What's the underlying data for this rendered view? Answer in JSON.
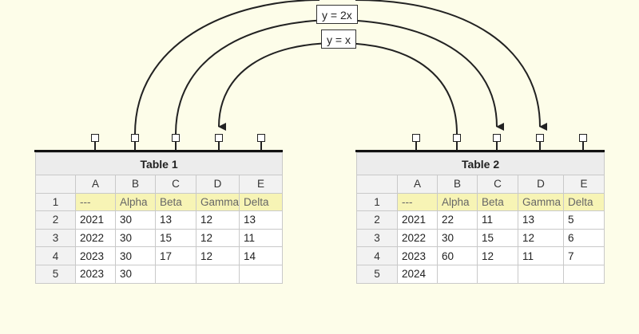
{
  "formulas": {
    "outer": "y = 2x",
    "inner": "y = x"
  },
  "tables": [
    {
      "title": "Table 1",
      "columns": [
        "A",
        "B",
        "C",
        "D",
        "E"
      ],
      "rows": [
        {
          "n": "1",
          "cells": [
            "---",
            "Alpha",
            "Beta",
            "Gamma",
            "Delta"
          ]
        },
        {
          "n": "2",
          "cells": [
            "2021",
            "30",
            "13",
            "12",
            "13"
          ]
        },
        {
          "n": "3",
          "cells": [
            "2022",
            "30",
            "15",
            "12",
            "11"
          ]
        },
        {
          "n": "4",
          "cells": [
            "2023",
            "30",
            "17",
            "12",
            "14"
          ]
        },
        {
          "n": "5",
          "cells": [
            "2023",
            "30",
            "",
            "",
            ""
          ]
        }
      ]
    },
    {
      "title": "Table 2",
      "columns": [
        "A",
        "B",
        "C",
        "D",
        "E"
      ],
      "rows": [
        {
          "n": "1",
          "cells": [
            "---",
            "Alpha",
            "Beta",
            "Gamma",
            "Delta"
          ]
        },
        {
          "n": "2",
          "cells": [
            "2021",
            "22",
            "11",
            "13",
            "5"
          ]
        },
        {
          "n": "3",
          "cells": [
            "2022",
            "30",
            "15",
            "12",
            "6"
          ]
        },
        {
          "n": "4",
          "cells": [
            "2023",
            "60",
            "12",
            "11",
            "7"
          ]
        },
        {
          "n": "5",
          "cells": [
            "2024",
            "",
            "",
            "",
            ""
          ]
        }
      ]
    }
  ]
}
